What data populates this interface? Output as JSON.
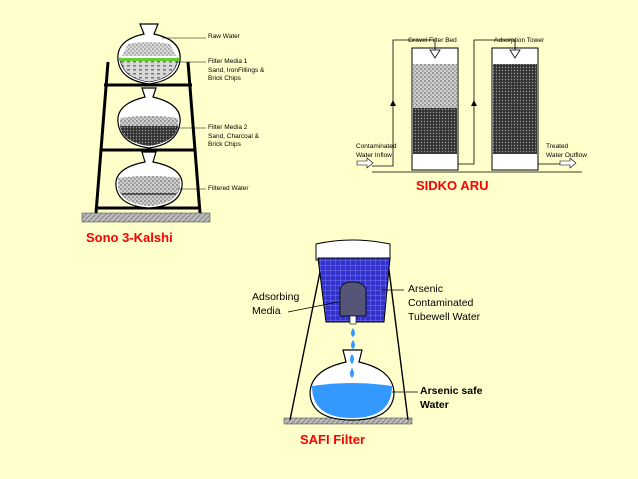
{
  "kalshi": {
    "raw_water": "Raw Water",
    "media1_line1": "Filter Media 1",
    "media1_line2": "Sand, IronFillings &",
    "media1_line3": "Brick Chips",
    "media2_line1": "Filter Media 2",
    "media2_line2": "Sand, Charcoal &",
    "media2_line3": "Brick Chips",
    "filtered_water": "Filtered Water",
    "title": "Sono 3-Kalshi"
  },
  "sidko": {
    "gravel_bed": "Gravel Filter Bed",
    "adsorption_tower": "Adsorption Tower",
    "inflow_line1": "Contaminated",
    "inflow_line2": "Water Inflow",
    "outflow_line1": "Treated",
    "outflow_line2": "Water Outflow",
    "title": "SIDKO  ARU"
  },
  "safi": {
    "adsorbing_line1": "Adsorbing",
    "adsorbing_line2": "Media",
    "arsenic_line1": "Arsenic",
    "arsenic_line2": "Contaminated",
    "arsenic_line3": "Tubewell Water",
    "safe_line1": "Arsenic safe",
    "safe_line2": "Water",
    "title": "SAFI  Filter"
  },
  "colors": {
    "background": "#ffffcc",
    "title_red": "#ff0000",
    "water_blue": "#3399ff",
    "media_blue": "#3333cc",
    "filter_green": "#66cc33"
  }
}
